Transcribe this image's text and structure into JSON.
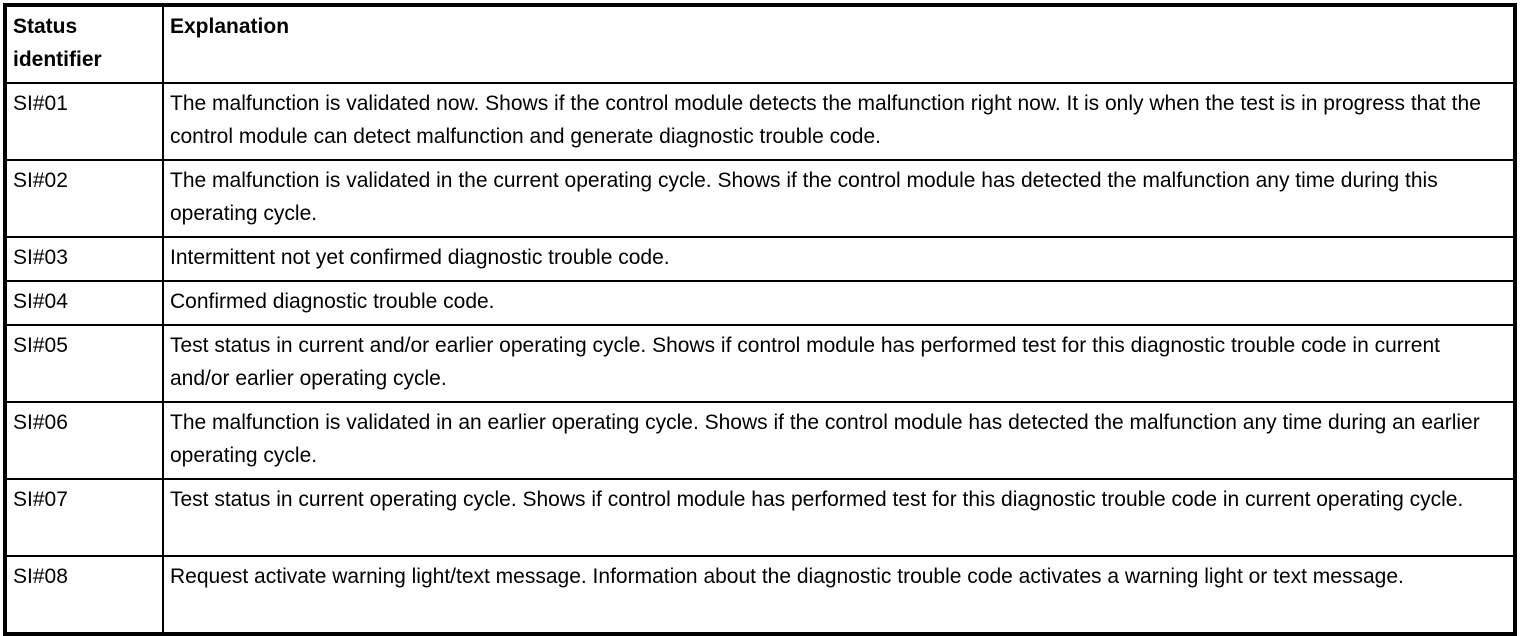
{
  "table": {
    "headers": {
      "status": "Status identifier",
      "explanation": "Explanation"
    },
    "rows": [
      {
        "id": "SI#01",
        "explanation": "The malfunction is validated now. Shows if the control module detects the malfunction right now. It is only when the test is in progress that the control module can detect malfunction and generate diagnostic trouble code."
      },
      {
        "id": "SI#02",
        "explanation": "The malfunction is validated in the current operating cycle. Shows if the control module has detected the malfunction any time during this operating cycle."
      },
      {
        "id": "SI#03",
        "explanation": "Intermittent not yet confirmed diagnostic trouble code."
      },
      {
        "id": "SI#04",
        "explanation": "Confirmed diagnostic trouble code."
      },
      {
        "id": "SI#05",
        "explanation": "Test status in current and/or earlier operating cycle. Shows if control module has performed test for this diagnostic trouble code in current and/or earlier operating cycle."
      },
      {
        "id": "SI#06",
        "explanation": "The malfunction is validated in an earlier operating cycle. Shows if the control module has detected the malfunction any time during an earlier operating cycle."
      },
      {
        "id": "SI#07",
        "explanation": "Test status in current operating cycle. Shows if control module has performed test for this diagnostic trouble code in current operating cycle."
      },
      {
        "id": "SI#08",
        "explanation": "Request activate warning light/text message. Information about the diagnostic trouble code activates a warning light or text message."
      }
    ]
  },
  "colors": {
    "border": "#000000",
    "background": "#ffffff",
    "text": "#000000"
  }
}
